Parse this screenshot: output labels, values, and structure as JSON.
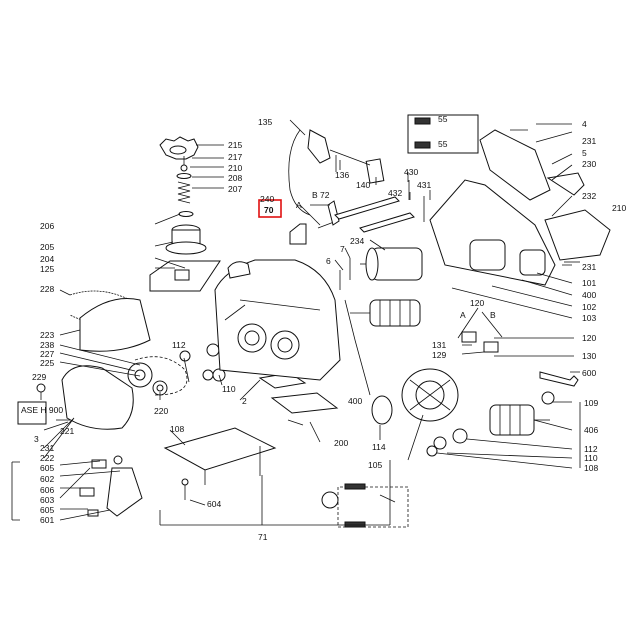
{
  "diagram": {
    "labels": {
      "l135": "135",
      "l140": "140",
      "l136": "136",
      "l240": "240",
      "l70": "70",
      "lA1": "A",
      "lB1": "B",
      "l72": "72",
      "l432": "432",
      "l430": "430",
      "l431": "431",
      "l4": "4",
      "l231a": "231",
      "l5": "5",
      "l230": "230",
      "l232": "232",
      "l210r": "210",
      "l55a": "55",
      "l55b": "55",
      "l215": "215",
      "l217": "217",
      "l210": "210",
      "l208": "208",
      "l207": "207",
      "l206": "206",
      "l205": "205",
      "l204": "204",
      "l125": "125",
      "l228": "228",
      "l223": "223",
      "l238": "238",
      "l227": "227",
      "l225": "225",
      "l229": "229",
      "l3": "3",
      "l231b": "231",
      "l222": "222",
      "l221": "221",
      "l220": "220",
      "l112a": "112",
      "l110a": "110",
      "l108a": "108",
      "l2": "2",
      "l6": "6",
      "l7": "7",
      "l234": "234",
      "l400a": "400",
      "l200": "200",
      "l231c": "231",
      "l101": "101",
      "l400b": "400",
      "l102": "102",
      "l103": "103",
      "l120a": "120",
      "lA2": "A",
      "lB2": "B",
      "l131": "131",
      "l129": "129",
      "l120b": "120",
      "l130": "130",
      "l600": "600",
      "l109": "109",
      "l406": "406",
      "l112b": "112",
      "l110b": "110",
      "l108b": "108",
      "l114": "114",
      "l105": "105",
      "l231d": "231",
      "l605a": "605",
      "l602": "602",
      "l606": "606",
      "l603": "603",
      "l605b": "605",
      "l601": "601",
      "l604": "604",
      "l71": "71",
      "plate": "ASE H 900"
    },
    "highlighted_part": "70"
  }
}
